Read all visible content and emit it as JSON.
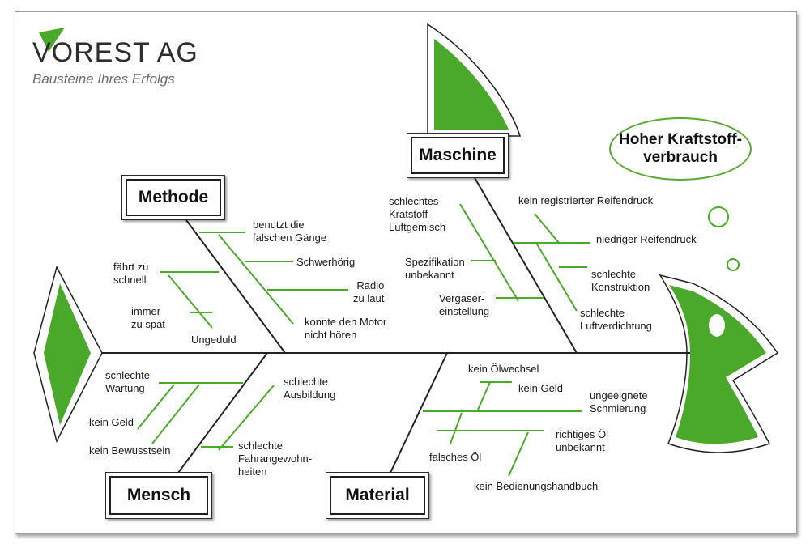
{
  "logo": {
    "name": "VOREST AG",
    "tagline": "Bausteine Ihres Erfolgs"
  },
  "effect": "Hoher Kraftstoff-\nverbrauch",
  "colors": {
    "accent": "#4aa82b",
    "line": "#222222"
  },
  "categories": {
    "maschine": "Maschine",
    "methode": "Methode",
    "mensch": "Mensch",
    "material": "Material"
  },
  "causes": {
    "methode": [
      "benutzt die\nfalschen Gänge",
      "Schwerhörig",
      "Radio\nzu laut",
      "konnte den Motor\nnicht hören",
      "fährt zu\nschnell",
      "immer\nzu spät",
      "Ungeduld"
    ],
    "maschine": [
      "schlechtes\nKratstoff-\nLuftgemisch",
      "Spezifikation\nunbekannt",
      "Vergaser-\neinstellung",
      "kein registrierter Reifendruck",
      "niedriger Reifendruck",
      "schlechte\nKonstruktion",
      "schlechte\nLuftverdichtung"
    ],
    "mensch": [
      "schlechte\nWartung",
      "kein Geld",
      "kein Bewusstsein",
      "schlechte\nAusbildung",
      "schlechte\nFahrangewohn-\nheiten"
    ],
    "material": [
      "kein Ölwechsel",
      "kein Geld",
      "ungeeignete\nSchmierung",
      "richtiges Öl\nunbekannt",
      "falsches Öl",
      "kein Bedienungshandbuch"
    ]
  }
}
